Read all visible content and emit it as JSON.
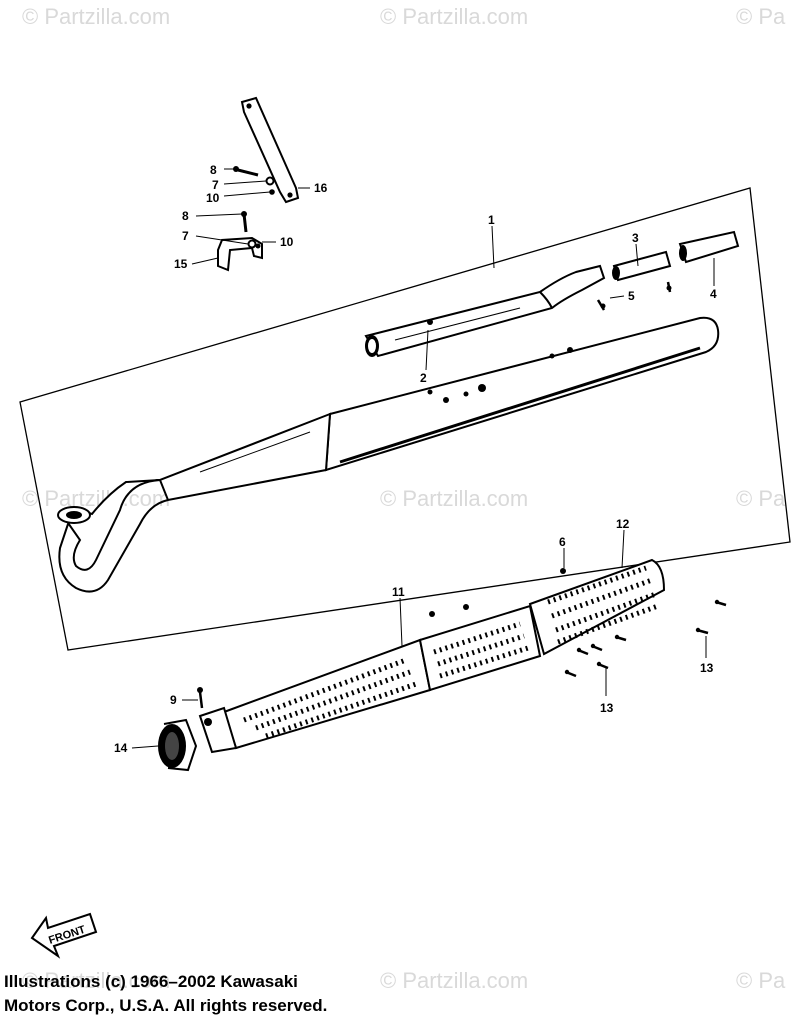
{
  "watermarks": [
    "© Partzilla.com",
    "© Partzilla.com",
    "© Pa",
    "© Partzilla.com",
    "© Partzilla.com",
    "© Pa",
    "© Partzilla.com",
    "© Partzilla.com",
    "© Pa"
  ],
  "callouts": [
    {
      "id": "c1",
      "text": "1"
    },
    {
      "id": "c2",
      "text": "2"
    },
    {
      "id": "c3",
      "text": "3"
    },
    {
      "id": "c4",
      "text": "4"
    },
    {
      "id": "c5",
      "text": "5"
    },
    {
      "id": "c6",
      "text": "6"
    },
    {
      "id": "c7a",
      "text": "7"
    },
    {
      "id": "c7b",
      "text": "7"
    },
    {
      "id": "c8a",
      "text": "8"
    },
    {
      "id": "c8b",
      "text": "8"
    },
    {
      "id": "c9",
      "text": "9"
    },
    {
      "id": "c10a",
      "text": "10"
    },
    {
      "id": "c10b",
      "text": "10"
    },
    {
      "id": "c11",
      "text": "11"
    },
    {
      "id": "c12",
      "text": "12"
    },
    {
      "id": "c13a",
      "text": "13"
    },
    {
      "id": "c13b",
      "text": "13"
    },
    {
      "id": "c14",
      "text": "14"
    },
    {
      "id": "c15",
      "text": "15"
    },
    {
      "id": "c16",
      "text": "16"
    }
  ],
  "front_arrow_label": "FRONT",
  "copyright": {
    "line1": "Illustrations (c) 1966–2002 Kawasaki",
    "line2": "Motors Corp., U.S.A.  All rights reserved."
  }
}
